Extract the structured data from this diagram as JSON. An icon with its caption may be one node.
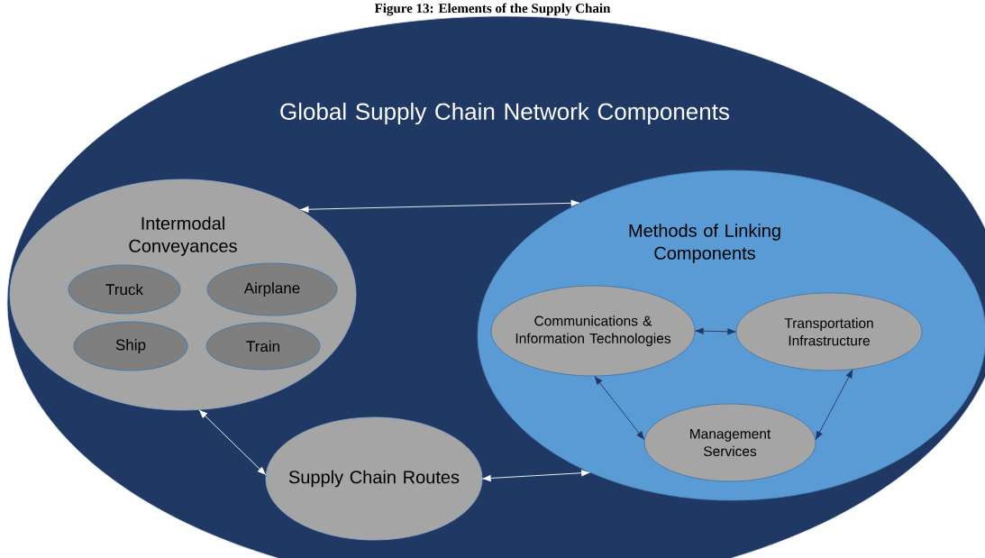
{
  "diagram": {
    "title": "Figure 13: Elements of the Supply Chain",
    "nodes": [
      {
        "text": [
          "Global Supply Chain Network Components"
        ]
      },
      {
        "text": [
          "Intermodal Conveyances"
        ],
        "in": 0
      },
      {
        "text": [
          "Truck"
        ],
        "in": 1
      },
      {
        "text": [
          "Airplane"
        ],
        "in": 1
      },
      {
        "text": [
          "Ship"
        ],
        "in": 1
      },
      {
        "text": [
          "Train"
        ],
        "in": 1
      },
      {
        "text": [
          "Methods of Linking Components"
        ],
        "in": 0
      },
      {
        "text": [
          "Communications & Information Technologies"
        ],
        "in": 6
      },
      {
        "text": [
          "Transportation Infrastructure"
        ],
        "in": 6
      },
      {
        "text": [
          "Management Services"
        ],
        "in": 6
      },
      {
        "text": [
          "Supply Chain Routes"
        ],
        "in": 0
      }
    ],
    "edges": [
      {
        "from": 1,
        "to": 6,
        "arrow": "both",
        "color": "#ffffff"
      },
      {
        "from": 1,
        "to": 10,
        "arrow": "both",
        "color": "#ffffff"
      },
      {
        "from": 10,
        "to": 6,
        "arrow": "both",
        "color": "#ffffff"
      },
      {
        "from": 7,
        "to": 8,
        "arrow": "both",
        "color": "#203864"
      },
      {
        "from": 7,
        "to": 9,
        "arrow": "both",
        "color": "#203864"
      },
      {
        "from": 8,
        "to": 9,
        "arrow": "both",
        "color": "#203864"
      }
    ]
  }
}
